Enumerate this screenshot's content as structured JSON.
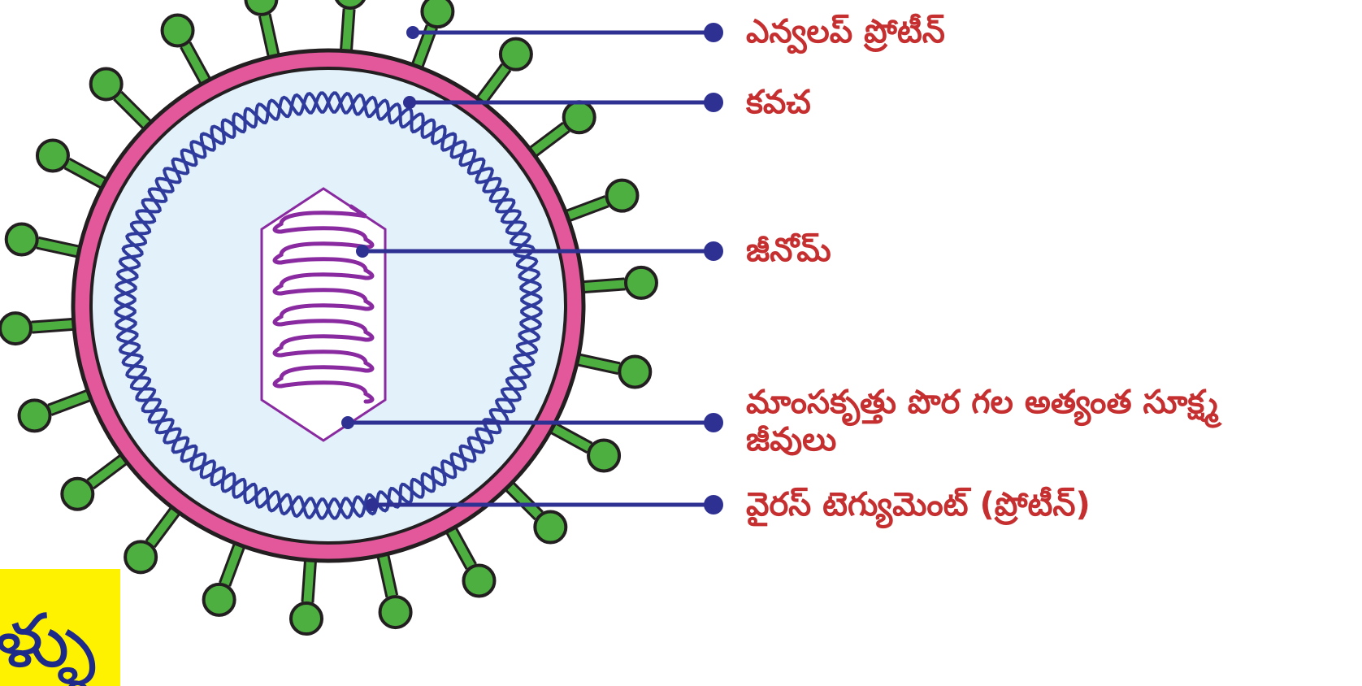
{
  "labels": {
    "envelope_protein": "ఎన్వలప్ ప్రోటీన్",
    "capsid": "కవచ",
    "genome": "జీనోమ్",
    "core": "మాంసకృత్తు పొర గల అత్యంత సూక్ష్మ జీవులు",
    "tegument": "వైరస్ టెగ్యుమెంట్ (ప్రోటీన్)"
  },
  "corner_tag": "ళ్ళు",
  "colors": {
    "label_text": "#c62f2f",
    "leader_line": "#2e3192",
    "envelope": "#e3589b",
    "interior": "#e2f1fa",
    "spike": "#4caf3f",
    "rna_strand": "#2f3b9c",
    "genome_strand": "#8a2aa0",
    "corner_tag_bg": "#fff200"
  }
}
